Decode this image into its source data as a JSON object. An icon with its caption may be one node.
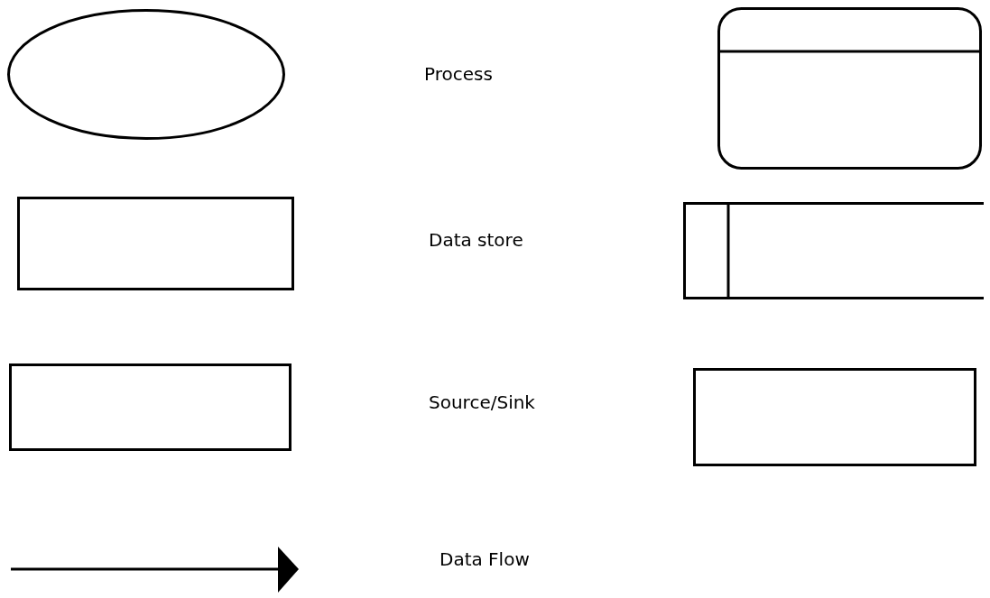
{
  "diagram": {
    "nodes": [
      {
        "text": [],
        "shape": "ellipse"
      },
      {
        "text": [],
        "shape": "box"
      },
      {
        "text": [],
        "shape": "box"
      },
      {
        "text": [],
        "shape": "box"
      },
      {
        "text": [],
        "shape": "box"
      },
      {
        "text": [],
        "shape": "box"
      }
    ],
    "labels": [
      "Process",
      "Data store",
      "Source/Sink",
      "Data Flow"
    ]
  }
}
